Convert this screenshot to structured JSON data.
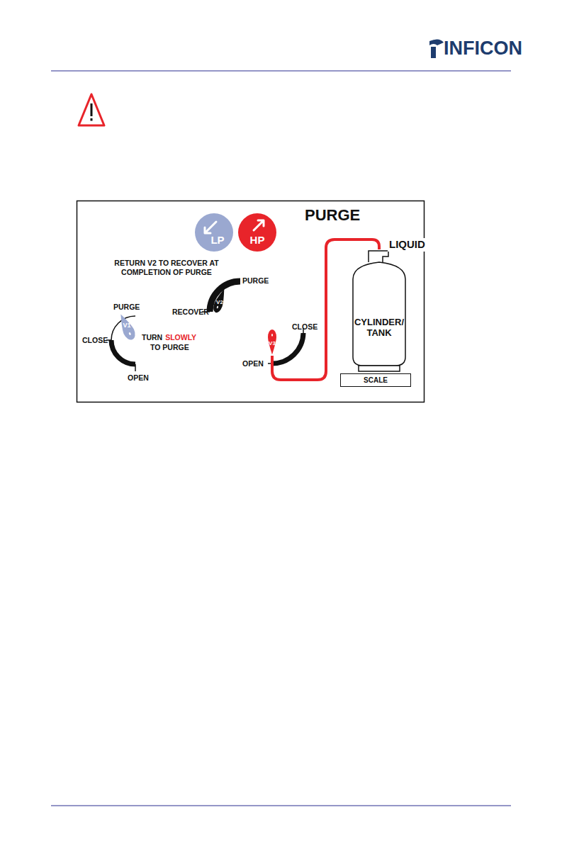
{
  "diagram": {
    "title": "PURGE",
    "nodes": [
      {
        "text": [
          "LP"
        ]
      },
      {
        "text": [
          "HP"
        ]
      },
      {
        "text": [
          "V2"
        ]
      },
      {
        "text": [
          "V1"
        ]
      },
      {
        "text": [
          "V3"
        ]
      },
      {
        "text": [
          "CYLINDER/ TANK"
        ]
      },
      {
        "text": [
          "SCALE"
        ]
      }
    ],
    "edges": [
      {
        "from": 4,
        "to": 5,
        "label": "LIQUID",
        "arrow": "none"
      }
    ],
    "labels": [
      "INFICON",
      "RETURN V2 TO RECOVER AT COMPLETION OF PURGE",
      "PURGE",
      "RECOVER",
      "PURGE",
      "CLOSE",
      "OPEN",
      "TURN",
      "SLOWLY",
      "TO PURGE",
      "CLOSE",
      "OPEN"
    ]
  }
}
